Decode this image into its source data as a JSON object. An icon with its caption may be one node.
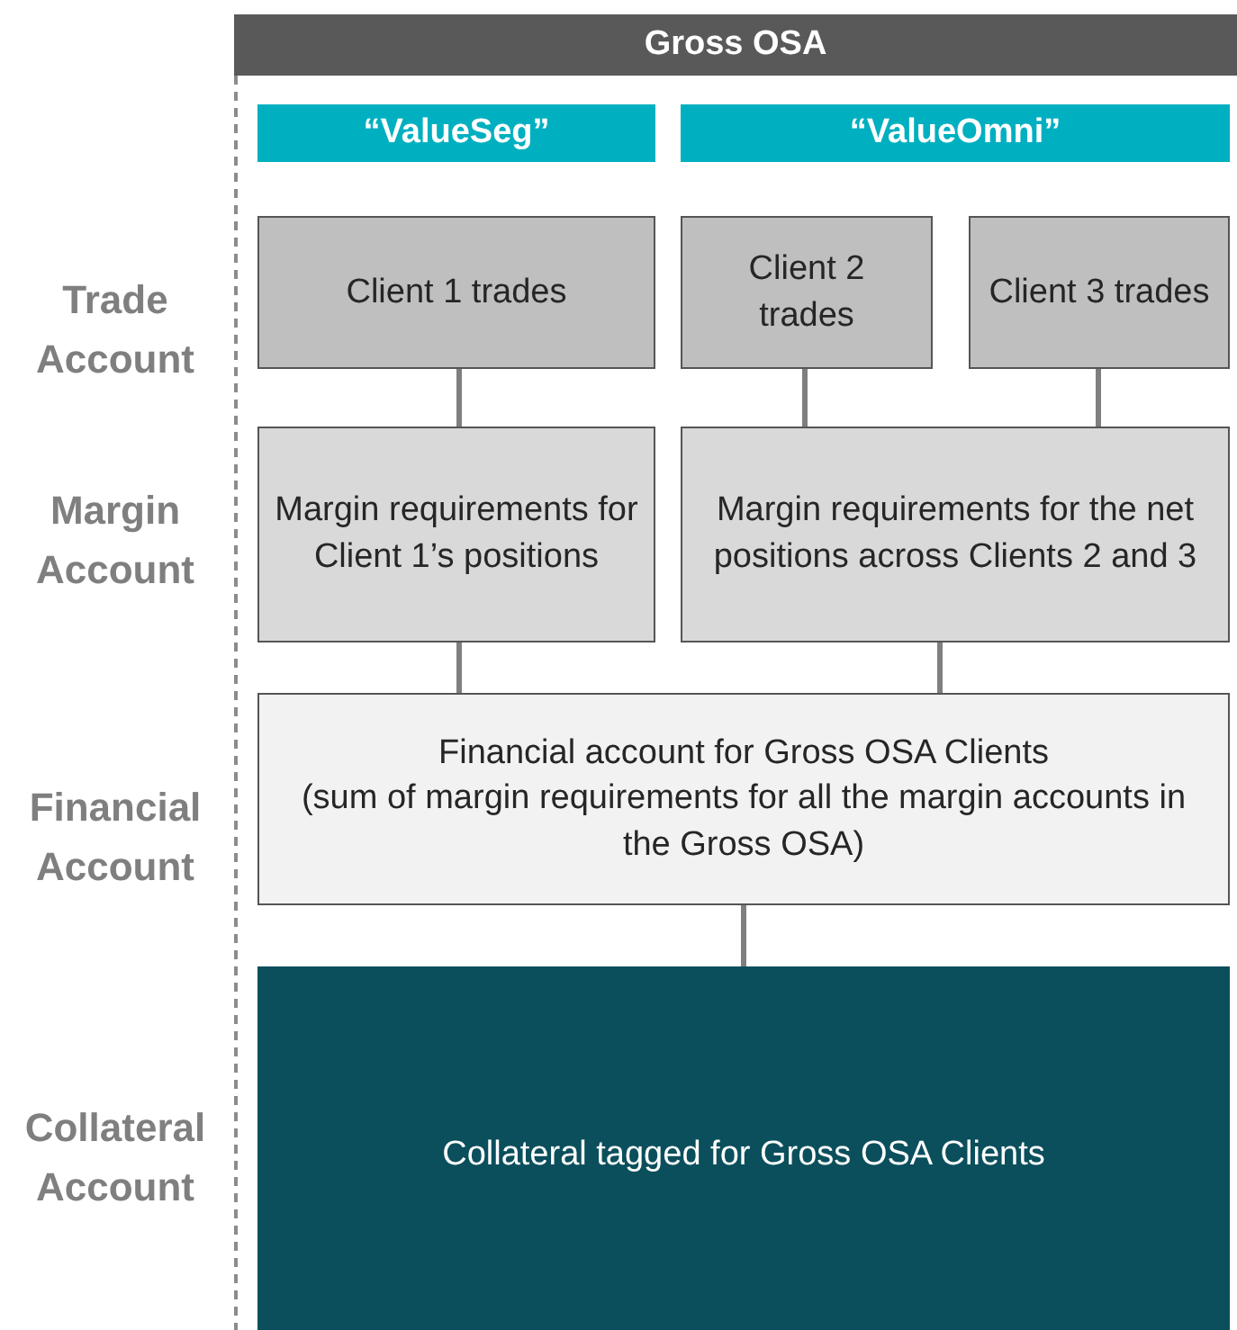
{
  "diagram": {
    "nodes": [
      {
        "text": [
          "Gross OSA"
        ]
      },
      {
        "text": [
          "“ValueSeg”"
        ]
      },
      {
        "text": [
          "“ValueOmni”"
        ]
      },
      {
        "text": [
          "Client 1 trades"
        ]
      },
      {
        "text": [
          "Client 2 trades"
        ]
      },
      {
        "text": [
          "Client 3 trades"
        ]
      },
      {
        "text": [
          "Margin requirements for Client 1’s positions"
        ]
      },
      {
        "text": [
          "Margin requirements for the net positions across Clients 2 and 3"
        ]
      },
      {
        "text": [
          "Financial account for Gross OSA Clients",
          "(sum of margin requirements for all the margin accounts in the Gross OSA)"
        ]
      },
      {
        "text": [
          "Collateral tagged for Gross OSA Clients"
        ]
      }
    ],
    "edges": [
      {
        "from": 3,
        "to": 6,
        "arrow": "none"
      },
      {
        "from": 4,
        "to": 7,
        "arrow": "none"
      },
      {
        "from": 5,
        "to": 7,
        "arrow": "none"
      },
      {
        "from": 6,
        "to": 8,
        "arrow": "none"
      },
      {
        "from": 7,
        "to": 8,
        "arrow": "none"
      },
      {
        "from": 8,
        "to": 9,
        "arrow": "none"
      }
    ],
    "labels": [
      "Trade Account",
      "Margin Account",
      "Financial Account",
      "Collateral Account"
    ]
  }
}
